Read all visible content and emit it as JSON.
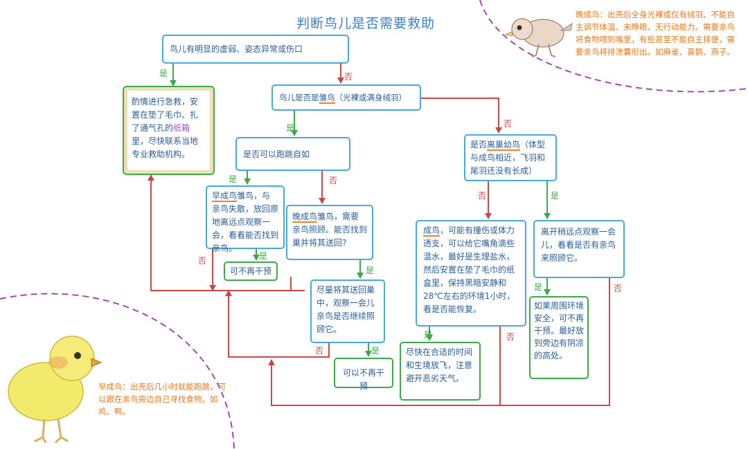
{
  "title": "判断鸟儿是否需要救助",
  "labels": {
    "yes": "是",
    "no": "否"
  },
  "nodes": {
    "start": "鸟儿有明显的虚弱、姿态异常或伤口",
    "rescue": {
      "pre": "酌情进行急救，安置在垫了毛巾、扎了通气孔的",
      "mark": "纸箱",
      "post": "里，尽快联系当地专业救助机构。"
    },
    "is_nestling": {
      "pre": "鸟儿是否是",
      "mark": "雏鸟",
      "post": "（光裸或满身绒羽）"
    },
    "can_hop": "是否可以跑跳自如",
    "fledgling": {
      "pre": "是否",
      "mark": "离巢幼鸟",
      "post": "（体型与成鸟相近，飞羽和尾羽还没有长成）"
    },
    "precocial": {
      "mark": "早成鸟",
      "post": "雏鸟，与亲鸟失散，放回原地离远点观察一会，看看能否找到亲鸟。"
    },
    "no_intervene_1": "可不再干预",
    "altricial": {
      "mark": "晚成鸟",
      "post": "雏鸟，需要亲鸟照顾。能否找到巢并将其送回?"
    },
    "return_nest": "尽量将其送回巢中，观察一会儿亲鸟是否继续照顾它。",
    "no_intervene_2": "可以不再干预",
    "adult": {
      "mark": "成鸟",
      "post": "，可能有撞伤或体力透支，可以给它嘴角滴些温水，最好是生理盐水，然后安置在垫了毛巾的纸盒里，保持黑暗安静和28℃左右的环境1小时，看是否能恢复。"
    },
    "release": "尽快在合适的时间和生境放飞，注意避开恶劣天气。",
    "observe_away": "离开稍远点观察一会儿，看看是否有亲鸟来照顾它。",
    "safe_env": "如果周围环境安全，可不再干预。最好放到旁边有阴凉的高处。"
  },
  "notes": {
    "altricial_def": "晚成鸟：出壳后全身光裸或仅有绒羽、不能自主调节体温、未睁眼、无行动能力。需要亲鸟将食物喂到嘴里，有些甚至不能自主排便，需要亲鸟将排泄囊衔出。如麻雀、喜鹊、燕子。",
    "precocial_def": "早成鸟：出壳后几小时就能跑跳，可以跟在亲鸟旁边自己寻找食物。如鸡、鸭。"
  },
  "colors": {
    "yes_line": "#3da84a",
    "no_line": "#c84848",
    "box_border": "#4aa8d8",
    "title": "#3b7dc8",
    "note": "#e07a1a",
    "dash": "#9a4aa8"
  }
}
